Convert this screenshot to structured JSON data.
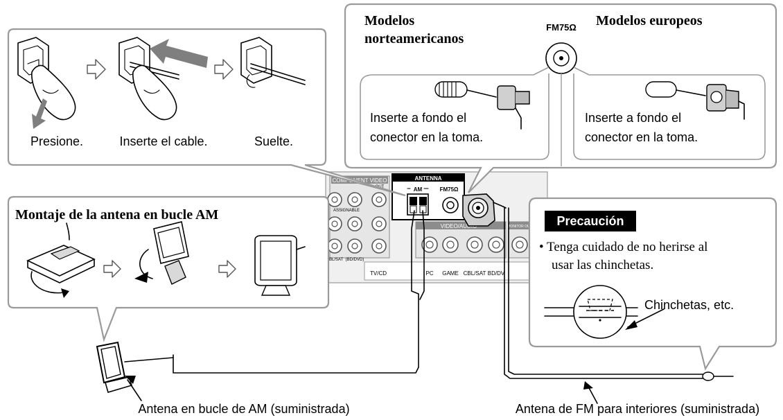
{
  "steps": {
    "press": "Presione.",
    "insert": "Inserte el cable.",
    "release": "Suelte."
  },
  "fm_connector": {
    "na_title_line1": "Modelos",
    "na_title_line2": "norteamericanos",
    "eu_title": "Modelos europeos",
    "jack_label": "FM75Ω",
    "na_instruction_line1": "Inserte a fondo el",
    "na_instruction_line2": "conector en la toma.",
    "eu_instruction_line1": "Inserte a fondo el",
    "eu_instruction_line2": "conector en la toma."
  },
  "am_assembly": {
    "title": "Montaje de la antena en bucle AM"
  },
  "caution": {
    "header": "Precaución",
    "bullet_line1": "• Tenga cuidado de no herirse al",
    "bullet_line2": "usar las chinchetas.",
    "callout": "Chinchetas, etc."
  },
  "receiver_panel": {
    "component_video": "COMPONENT VIDEO",
    "out": "OUT",
    "assignable": "ASSIGNABLE",
    "antenna": "ANTENNA",
    "am": "AM",
    "fm75": "FM75Ω",
    "video_audio": "VIDEO/AUDIO",
    "monitor_out": "MONITOR OUT",
    "cbl_sat": "CBL/SAT",
    "bd_dvd": "(BD/DVD)",
    "tv_cd": "TV/CD",
    "pc": "PC",
    "game": "GAME",
    "cbl_sat2": "CBL/SAT",
    "bd_dvd2": "BD/DV"
  },
  "captions": {
    "am_antenna": "Antena en bucle de AM (suministrada)",
    "fm_antenna": "Antena de FM para interiores (suministrada)"
  }
}
